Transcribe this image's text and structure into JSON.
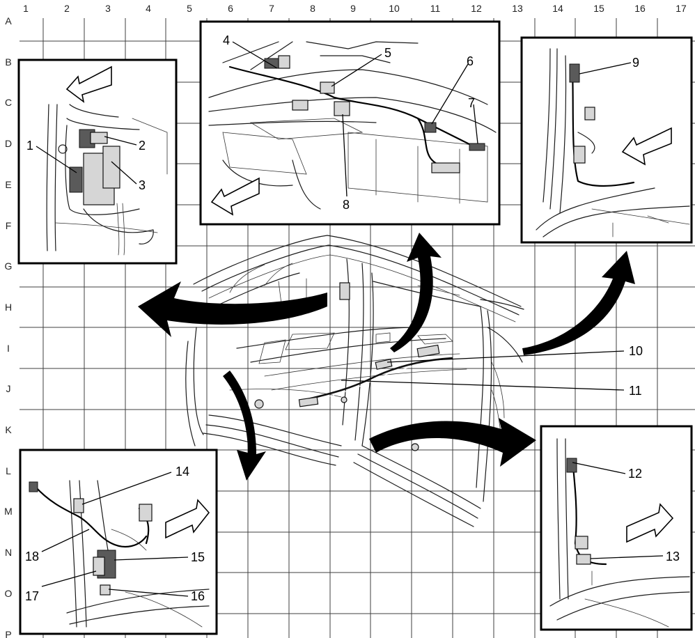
{
  "grid": {
    "columns": [
      "1",
      "2",
      "3",
      "4",
      "5",
      "6",
      "7",
      "8",
      "9",
      "10",
      "11",
      "12",
      "13",
      "14",
      "15",
      "16",
      "17"
    ],
    "rows": [
      "A",
      "B",
      "C",
      "D",
      "E",
      "F",
      "G",
      "H",
      "I",
      "J",
      "K",
      "L",
      "M",
      "N",
      "O",
      "P"
    ]
  },
  "callouts": {
    "c1": "1",
    "c2": "2",
    "c3": "3",
    "c4": "4",
    "c5": "5",
    "c6": "6",
    "c7": "7",
    "c8": "8",
    "c9": "9",
    "c10": "10",
    "c11": "11",
    "c12": "12",
    "c13": "13",
    "c14": "14",
    "c15": "15",
    "c16": "16",
    "c17": "17",
    "c18": "18"
  },
  "colors": {
    "line": "#000000",
    "grid": "#3f3f3f",
    "background": "#ffffff",
    "part_fill": "#d6d6d6"
  }
}
